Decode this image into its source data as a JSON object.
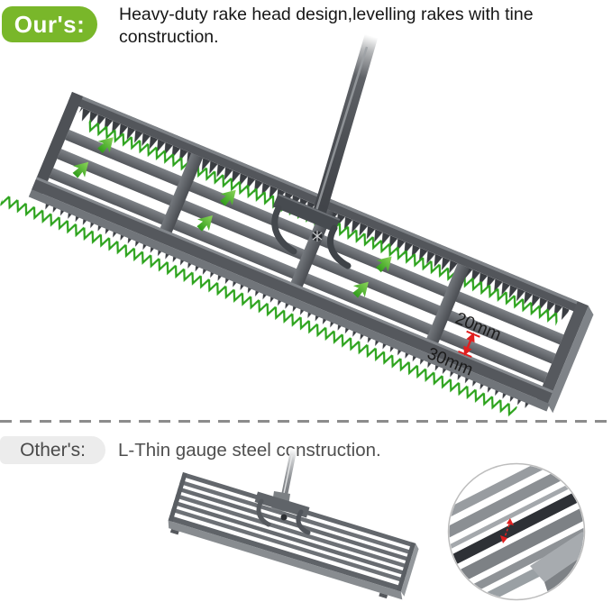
{
  "colors": {
    "ours_badge_bg": "#79b72a",
    "others_badge_bg": "#ececec",
    "accent_green": "#2ca31c",
    "dimension_red": "#e01f1f",
    "divider_gray": "#8c8c8c",
    "steel_dark": "#3a3d42",
    "steel_mid": "#55585d",
    "steel_light": "#84888d"
  },
  "ours_section": {
    "badge_label": "Our's:",
    "description_line1": "Heavy-duty rake head design,levelling rakes with tine",
    "description_line2": "construction.",
    "dimension_labels": {
      "bar_width": "20mm",
      "gap_width": "30mm"
    },
    "icons": [
      "direction-arrow-icon",
      "tine-zigzag",
      "dimension-arrow-icon",
      "rake-handle",
      "rake-head"
    ]
  },
  "others_section": {
    "badge_label": "Other's:",
    "description": "L-Thin gauge steel construction.",
    "icons": [
      "zoom-detail-circle",
      "detail-dimension-arrow-icon",
      "thin-rake-illustration"
    ]
  }
}
